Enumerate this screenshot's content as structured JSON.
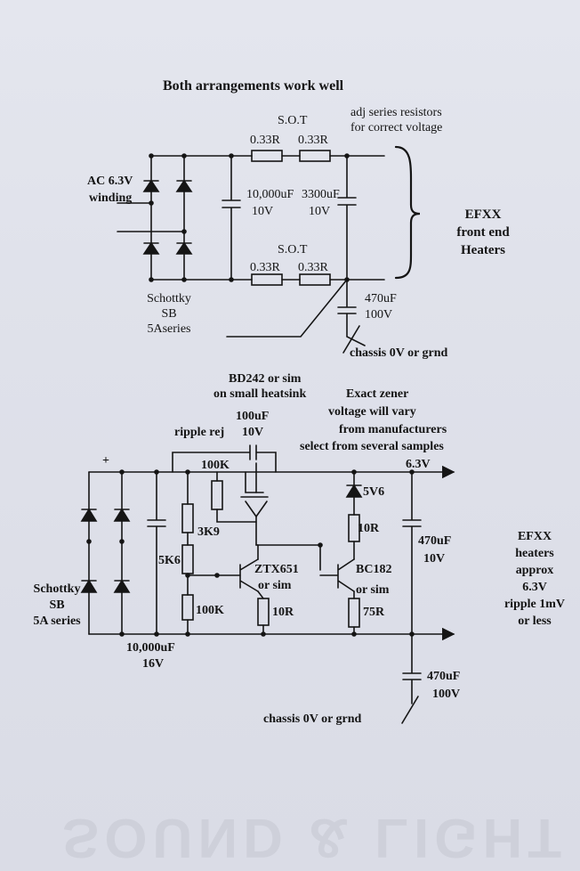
{
  "title": "Both arrangements work well",
  "top": {
    "sot_upper": "S.O.T",
    "adj_note_1": "adj series resistors",
    "adj_note_2": "for correct voltage",
    "r1": "0.33R",
    "r2": "0.33R",
    "ac_label_1": "AC 6.3V",
    "ac_label_2": "winding",
    "c1_value": "10,000uF",
    "c1_voltage": "10V",
    "c2_value": "3300uF",
    "c2_voltage": "10V",
    "load_1": "EFXX",
    "load_2": "front end",
    "load_3": "Heaters",
    "sot_lower": "S.O.T",
    "r3": "0.33R",
    "r4": "0.33R",
    "diode_1": "Schottky",
    "diode_2": "SB",
    "diode_3": "5Aseries",
    "c3_value": "470uF",
    "c3_voltage": "100V",
    "ground": "chassis 0V or grnd"
  },
  "bottom": {
    "transistor_1": "BD242 or sim",
    "transistor_2": "on small heatsink",
    "zener_note_1": "Exact zener",
    "zener_note_2": "voltage will vary",
    "zener_note_3": "from manufacturers",
    "zener_note_4": "select from several samples",
    "cap_rr_value": "100uF",
    "cap_rr_label": "ripple  rej",
    "cap_rr_voltage": "10V",
    "plus": "+",
    "out_voltage": "6.3V",
    "r_100k_top": "100K",
    "zener": "5V6",
    "r_3k9": "3K9",
    "r_10r_right": "10R",
    "c_out_value": "470uF",
    "c_out_voltage": "10V",
    "r_5k6": "5K6",
    "q_ztx": "ZTX651",
    "q_ztx_sim": "or sim",
    "q_bc": "BC182",
    "q_bc_sim": "or sim",
    "diode_1": "Schottky",
    "diode_2": "SB",
    "diode_3": "5A series",
    "r_100k_bot": "100K",
    "r_10r_bot": "10R",
    "r_75r": "75R",
    "load_1": "EFXX",
    "load_2": "heaters",
    "load_3": "approx",
    "load_4": "6.3V",
    "load_5": "ripple 1mV",
    "load_6": "or less",
    "c_res_value": "10,000uF",
    "c_res_voltage": "16V",
    "c_gnd_value": "470uF",
    "c_gnd_voltage": "100V",
    "ground": "chassis 0V or grnd"
  },
  "watermark": "SOUND & LIGHT"
}
